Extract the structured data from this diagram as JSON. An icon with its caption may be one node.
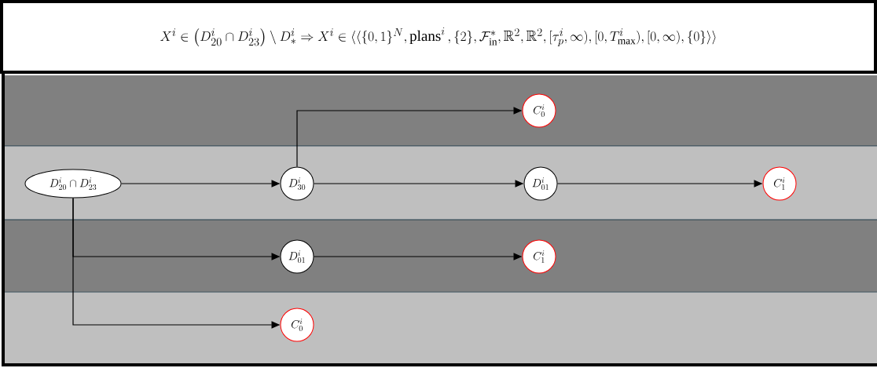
{
  "diagram": {
    "title": "X^i \\in \\left(D^i_{20} \\cap D^i_{23}\\right) \\setminus D^i_{*} \\Rightarrow X^i \\in \\langle\\langle \\{0,1\\}^N, \\mathrm{plans}^i\\,, \\{2\\}, \\mathcal{F}^{*}_{\\mathrm{in}}, \\mathbb{R}^2, \\mathbb{R}^2, [\\tau^i_p, \\infty), [0, T^i_{\\max}), [0, \\infty), \\{0\\}\\rangle\\rangle",
    "nodes": [
      {
        "text": [
          "D^i_{20} \\cap D^i_{23}"
        ]
      },
      {
        "text": [
          "D^i_{30}"
        ]
      },
      {
        "text": [
          "C^i_0"
        ]
      },
      {
        "text": [
          "D^i_{01}"
        ]
      },
      {
        "text": [
          "C^i_1"
        ]
      },
      {
        "text": [
          "D^i_{01}"
        ]
      },
      {
        "text": [
          "C^i_1"
        ]
      },
      {
        "text": [
          "C^i_0"
        ]
      }
    ],
    "edges": [
      {
        "from": 0,
        "to": 1,
        "arrow": "to"
      },
      {
        "from": 1,
        "to": 2,
        "arrow": "to"
      },
      {
        "from": 1,
        "to": 3,
        "arrow": "to"
      },
      {
        "from": 3,
        "to": 4,
        "arrow": "to"
      },
      {
        "from": 0,
        "to": 5,
        "arrow": "to"
      },
      {
        "from": 5,
        "to": 6,
        "arrow": "to"
      },
      {
        "from": 0,
        "to": 7,
        "arrow": "to"
      }
    ]
  }
}
